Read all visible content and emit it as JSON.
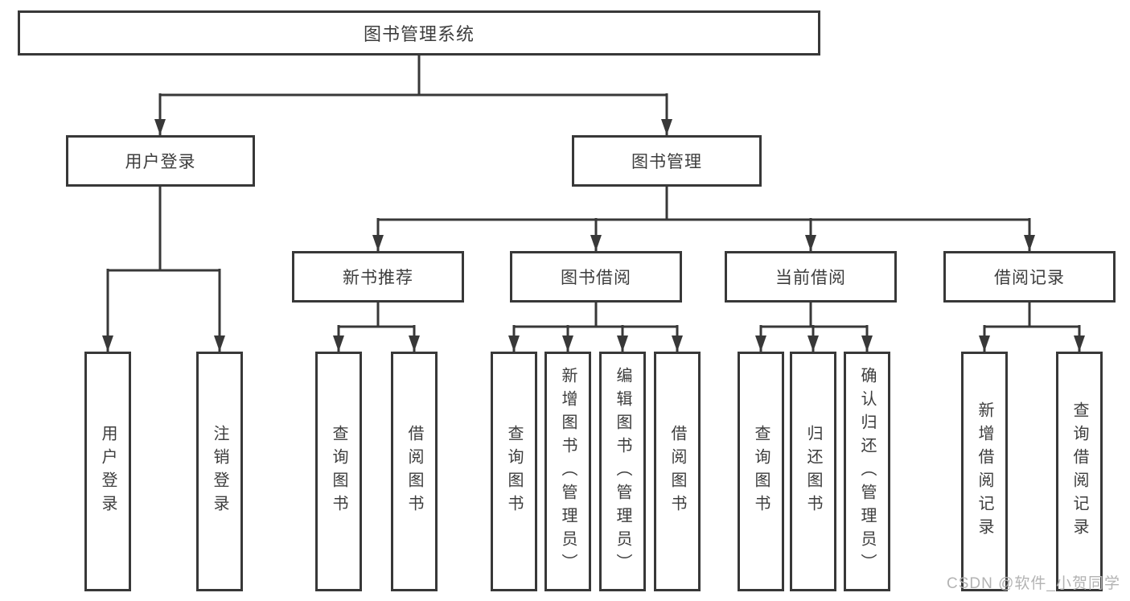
{
  "root": {
    "label": "图书管理系统"
  },
  "level2": {
    "user_login": {
      "label": "用户登录"
    },
    "book_management": {
      "label": "图书管理"
    }
  },
  "level3": {
    "new_book_recommend": {
      "label": "新书推荐"
    },
    "book_borrow": {
      "label": "图书借阅"
    },
    "current_borrow": {
      "label": "当前借阅"
    },
    "borrow_records": {
      "label": "借阅记录"
    }
  },
  "leaves": {
    "user_login_leaf": {
      "label": "用户登录"
    },
    "logout": {
      "label": "注销登录"
    },
    "rec_query_books": {
      "label": "查询图书"
    },
    "rec_borrow_books": {
      "label": "借阅图书"
    },
    "bb_query_books": {
      "label": "查询图书"
    },
    "bb_add_books": {
      "label": "新增图书（管理员）"
    },
    "bb_edit_books": {
      "label": "编辑图书（管理员）"
    },
    "bb_borrow_books": {
      "label": "借阅图书"
    },
    "cb_query_books": {
      "label": "查询图书"
    },
    "cb_return_books": {
      "label": "归还图书"
    },
    "cb_confirm_return": {
      "label": "确认归还（管理员）"
    },
    "br_add_record": {
      "label": "新增借阅记录"
    },
    "br_query_record": {
      "label": "查询借阅记录"
    }
  },
  "watermark": {
    "text": "CSDN @软件_小贺同学"
  },
  "colors": {
    "line": "#383838",
    "text": "#3d3d3d",
    "watermark": "#b3b3b3",
    "background": "#ffffff"
  }
}
